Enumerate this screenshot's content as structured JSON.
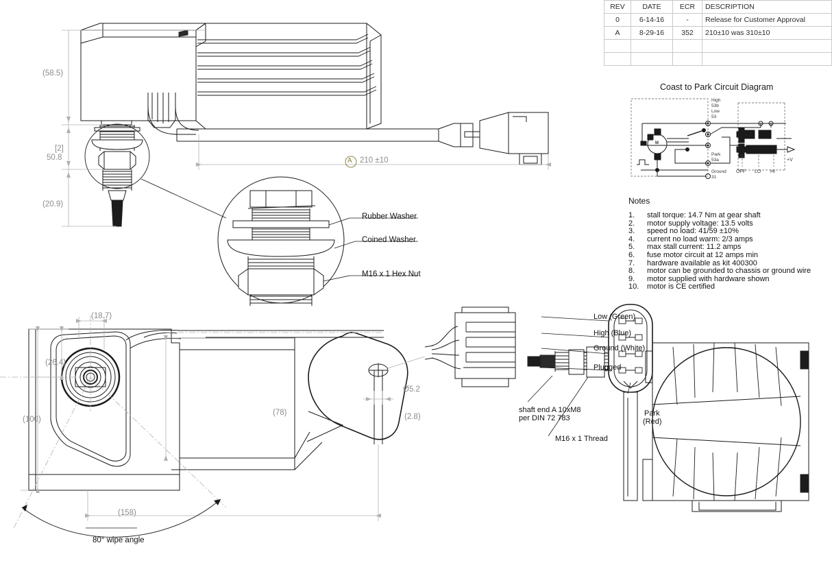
{
  "revision_table": {
    "headers": [
      "REV",
      "DATE",
      "ECR",
      "DESCRIPTION"
    ],
    "rows": [
      {
        "rev": "0",
        "date": "6-14-16",
        "ecr": "-",
        "description": "Release for Customer Approval"
      },
      {
        "rev": "A",
        "date": "8-29-16",
        "ecr": "352",
        "description": "210±10 was 310±10"
      },
      {
        "rev": "",
        "date": "",
        "ecr": "",
        "description": ""
      },
      {
        "rev": "",
        "date": "",
        "ecr": "",
        "description": ""
      }
    ]
  },
  "circuit": {
    "title": "Coast to Park Circuit Diagram",
    "terminals": [
      {
        "name": "High",
        "code": "53b"
      },
      {
        "name": "Low",
        "code": "53"
      },
      {
        "name": "Park",
        "code": "53a"
      },
      {
        "name": "Ground",
        "code": "31"
      }
    ],
    "switch_positions": [
      "OFF",
      "LO",
      "HI"
    ],
    "supply_label": "+V",
    "motor_symbol": "M"
  },
  "notes": {
    "title": "Notes",
    "items": [
      {
        "num": "1.",
        "text": "stall torque: 14.7 Nm at gear shaft"
      },
      {
        "num": "2.",
        "text": "motor supply voltage: 13.5 volts"
      },
      {
        "num": "3.",
        "text": "speed no load: 41/59 ±10%"
      },
      {
        "num": "4.",
        "text": "current no load warm: 2/3 amps"
      },
      {
        "num": "5.",
        "text": "max stall current: 11.2 amps"
      },
      {
        "num": "6.",
        "text": "fuse motor circuit at 12 amps min"
      },
      {
        "num": "7.",
        "text": "hardware available as kit 400300"
      },
      {
        "num": "8.",
        "text": "motor can be grounded to chassis or ground wire"
      },
      {
        "num": "9.",
        "text": "motor supplied with hardware shown"
      },
      {
        "num": "10.",
        "text": "motor is CE certified"
      }
    ]
  },
  "side_view": {
    "dim_height_overall": "(58.5)",
    "dim_mount_tag": "[2]",
    "dim_mount_value": "50.8",
    "dim_shaft_below": "(20.9)",
    "dim_length": "210 ±10",
    "revision_balloon": "A"
  },
  "detail_view": {
    "callouts": [
      {
        "label": "Rubber Washer"
      },
      {
        "label": "Coined Washer"
      },
      {
        "label": "M16 x 1 Hex Nut"
      }
    ]
  },
  "plan_view": {
    "dim_offset_top": "(18.7)",
    "dim_boss_center": "(26.4)",
    "dim_width": "(100)",
    "dim_length_body": "(78)",
    "dim_length_overall": "(158)",
    "dim_hole_dia": "Ø5.2",
    "dim_slot_width": "(2.8)",
    "wipe_angle": "80° wipe angle"
  },
  "end_view": {
    "wire_labels": [
      "Low (Green)",
      "High (Blue)",
      "Ground (White)",
      "Plugged"
    ],
    "park_label_line1": "Park",
    "park_label_line2": "(Red)",
    "shaft_note_line1": "shaft end A 10xM8",
    "shaft_note_line2": "per DIN 72 783",
    "thread_note": "M16 x 1 Thread"
  },
  "colors": {
    "line": "#1a1a1a",
    "dimension": "#8c8c8c",
    "balloon": "#8a8545",
    "table_border": "#c9c9c9"
  }
}
